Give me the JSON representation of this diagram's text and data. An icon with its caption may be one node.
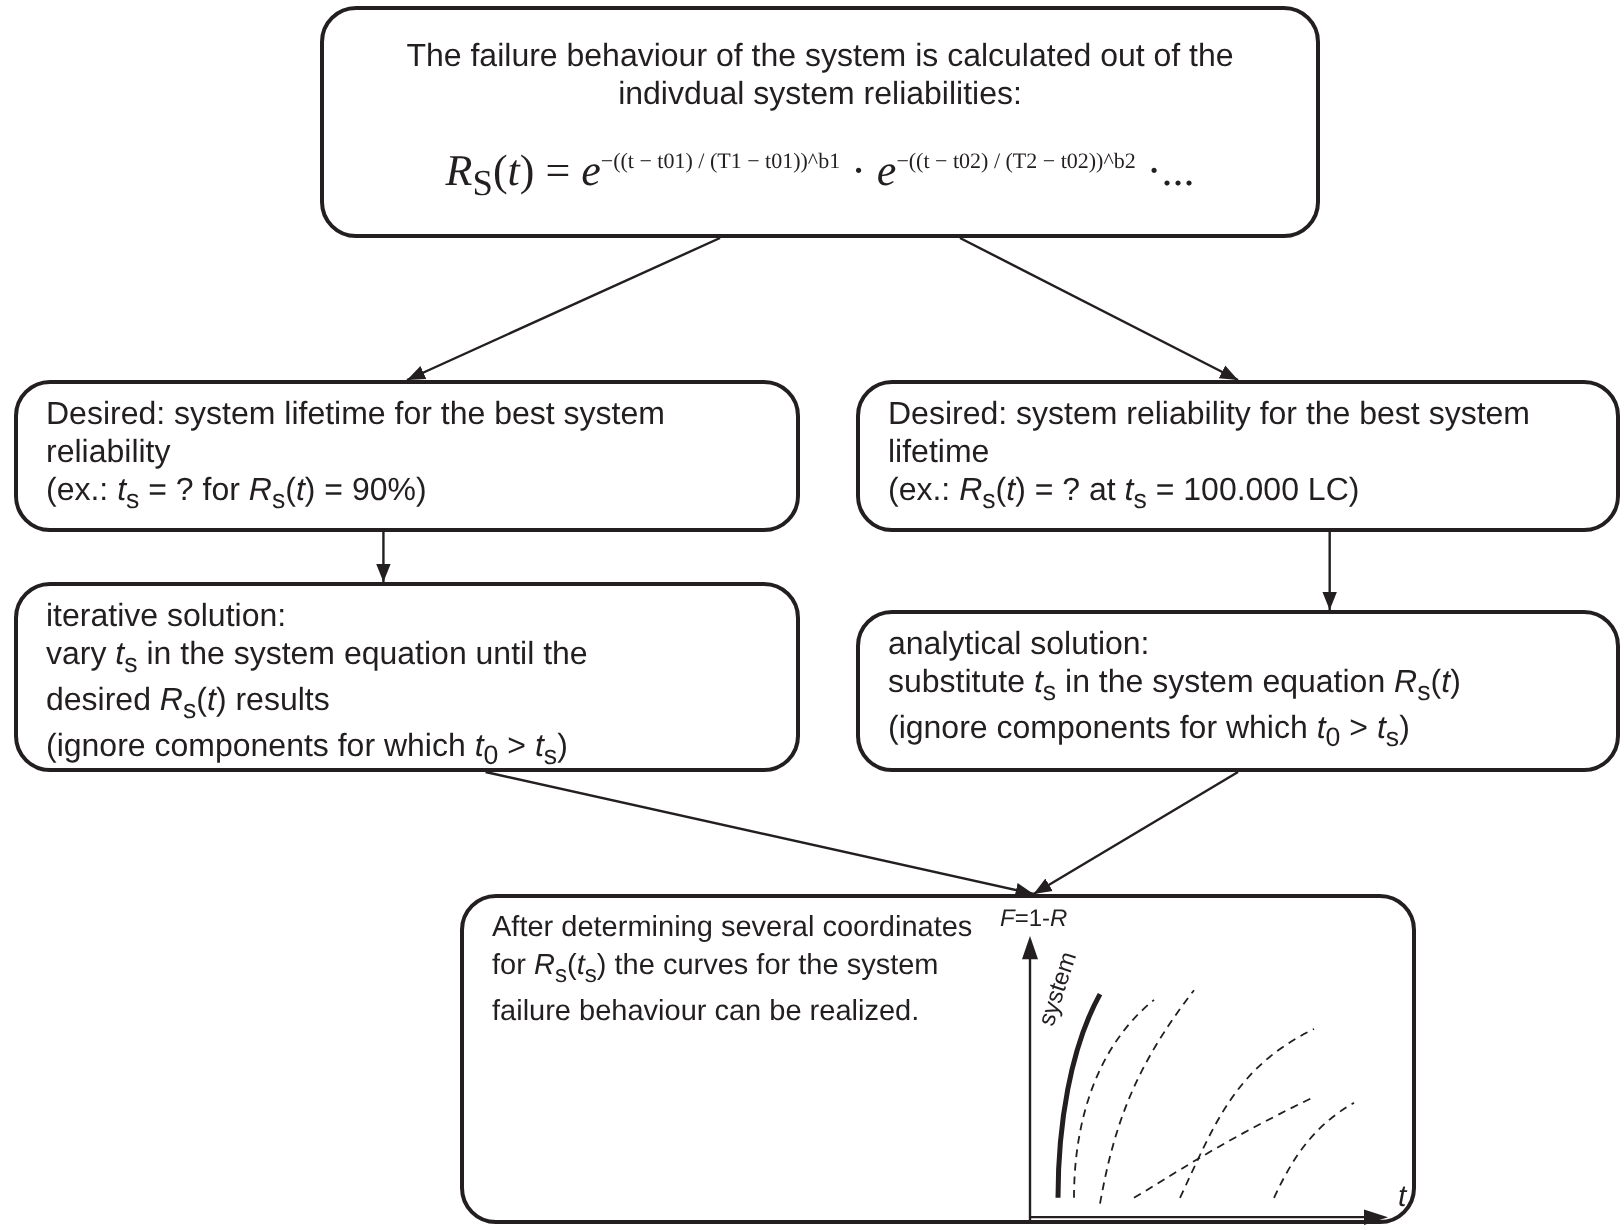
{
  "diagram": {
    "nodes": [
      {
        "text": [
          "The failure behaviour of the system is calculated out of the indivdual system reliabilities:",
          "*R*$_{S}$(*t*) = *e*$^{−((t − t01) / (T1 − t01))^b1}$ · *e*$^{−((t − t02) / (T2 − t02))^b2}$ ·..."
        ]
      },
      {
        "text": [
          "Desired: system lifetime for the best system reliability",
          "(ex.: *t*$_{s}$ = ? for *R*$_{s}$(*t*) = 90%)"
        ]
      },
      {
        "text": [
          "Desired: system reliability for the best system lifetime",
          "(ex.: *R*$_{s}$(*t*) = ? at *t*$_{s}$ = 100.000 LC)"
        ]
      },
      {
        "text": [
          "iterative solution:",
          "vary *t*$_{s}$ in  the system equation until the desired *R*$_{s}$(*t*) results",
          "(ignore components for which *t*$_{0}$ > *t*$_{s}$)"
        ]
      },
      {
        "text": [
          "analytical solution:",
          "substitute *t*$_{s}$ in the system equation *R*$_{s}$(*t*)",
          "(ignore components for which *t*$_{0}$ > *t*$_{s}$)"
        ]
      },
      {
        "text": [
          "After determining several coordinates for *R*$_{s}$(*t*$_{s}$) the curves for the system failure behaviour can be realized."
        ]
      }
    ],
    "edges": [
      {
        "from": 0,
        "to": 1,
        "arrow": "to"
      },
      {
        "from": 0,
        "to": 2,
        "arrow": "to"
      },
      {
        "from": 1,
        "to": 3,
        "arrow": "to"
      },
      {
        "from": 2,
        "to": 4,
        "arrow": "to"
      },
      {
        "from": 3,
        "to": 5,
        "arrow": "to"
      },
      {
        "from": 4,
        "to": 5,
        "arrow": "to"
      }
    ],
    "labels": [
      "*F*=1-*R*",
      "system",
      "*t*"
    ]
  }
}
